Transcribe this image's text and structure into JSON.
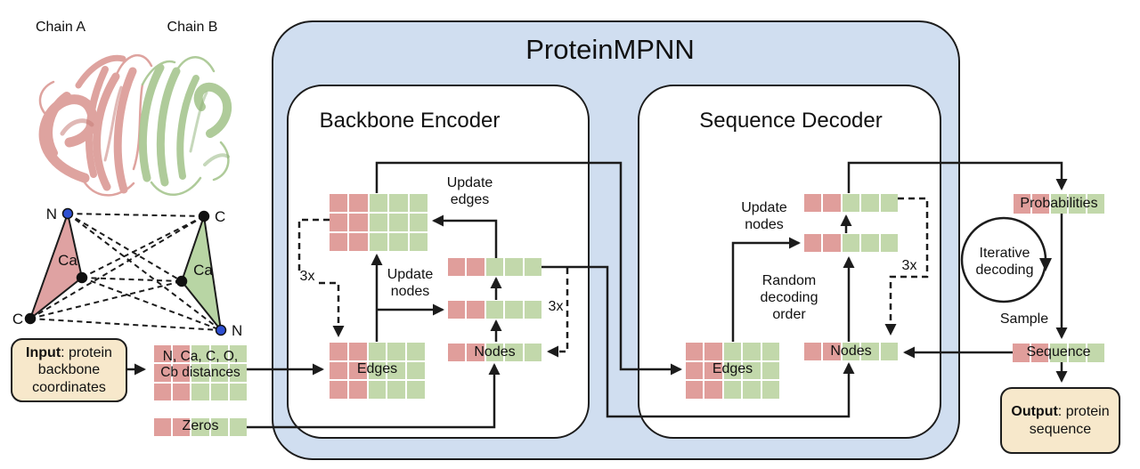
{
  "figure": {
    "title": "ProteinMPNN"
  },
  "chains": {
    "a": "Chain A",
    "b": "Chain B"
  },
  "graph": {
    "left": {
      "top": "N",
      "mid": "Ca",
      "bottom": "C"
    },
    "right": {
      "top": "C",
      "mid": "Ca",
      "bottom": "N"
    }
  },
  "input_box": {
    "bold": "Input",
    "rest": ": protein backbone coordinates"
  },
  "features": {
    "distances": "N, Ca, C, O, Cb distances",
    "zeros": "Zeros"
  },
  "encoder": {
    "title": "Backbone Encoder",
    "update_edges": "Update edges",
    "update_nodes": "Update nodes",
    "repeat_left": "3x",
    "repeat_right": "3x",
    "edges": "Edges",
    "nodes": "Nodes"
  },
  "decoder": {
    "title": "Sequence Decoder",
    "update_nodes": "Update nodes",
    "random_order": "Random decoding order",
    "repeat": "3x",
    "edges": "Edges",
    "nodes": "Nodes"
  },
  "output_flow": {
    "probabilities": "Probabilities",
    "iterative": "Iterative decoding",
    "sample": "Sample",
    "sequence": "Sequence"
  },
  "output_box": {
    "bold": "Output",
    "rest": ": protein sequence"
  },
  "colors": {
    "node_red": "#e09e9b",
    "node_green": "#c2d8ab",
    "panel_blue": "#d0def0",
    "box_tan": "#f7e8cb",
    "atom_blue": "#2d4fd2",
    "chain_pink": "#dd9f9a",
    "chain_green": "#abc995",
    "ink": "#1c1c1c"
  },
  "grids": {
    "dist": {
      "rows": 3,
      "cols": [
        "red",
        "red",
        "green",
        "green",
        "green"
      ]
    },
    "zeros": {
      "rows": 1,
      "cols": [
        "red",
        "red",
        "green",
        "green",
        "green"
      ]
    },
    "enc_top": {
      "rows": 3,
      "cols": [
        "red",
        "red",
        "green",
        "green",
        "green"
      ]
    },
    "enc_edges": {
      "rows": 3,
      "cols": [
        "red",
        "red",
        "green",
        "green",
        "green"
      ]
    },
    "enc_strip_top": {
      "rows": 1,
      "cols": [
        "red",
        "red",
        "green",
        "green",
        "green"
      ]
    },
    "enc_strip_mid": {
      "rows": 1,
      "cols": [
        "red",
        "red",
        "green",
        "green",
        "green"
      ]
    },
    "enc_nodes": {
      "rows": 1,
      "cols": [
        "red",
        "red",
        "green",
        "green",
        "green"
      ]
    },
    "dec_strip_top": {
      "rows": 1,
      "cols": [
        "red",
        "red",
        "green",
        "green",
        "green"
      ]
    },
    "dec_strip_mid": {
      "rows": 1,
      "cols": [
        "red",
        "red",
        "green",
        "green",
        "green"
      ]
    },
    "dec_edges": {
      "rows": 3,
      "cols": [
        "red",
        "red",
        "green",
        "green",
        "green"
      ]
    },
    "dec_nodes": {
      "rows": 1,
      "cols": [
        "red",
        "red",
        "green",
        "green",
        "green"
      ]
    },
    "prob": {
      "rows": 1,
      "cols": [
        "red",
        "red",
        "green",
        "green",
        "green"
      ]
    },
    "seq": {
      "rows": 1,
      "cols": [
        "red",
        "red",
        "green",
        "green",
        "green"
      ]
    }
  }
}
